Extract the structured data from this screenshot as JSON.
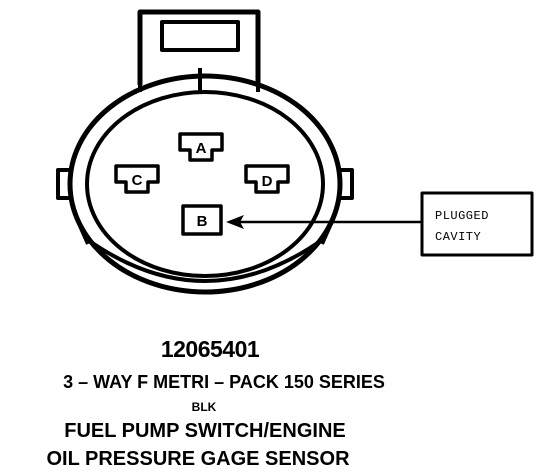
{
  "connector": {
    "cavities": {
      "a": "A",
      "b": "B",
      "c": "C",
      "d": "D"
    },
    "callout": {
      "line1": "PLUGGED",
      "line2": "CAVITY"
    }
  },
  "caption": {
    "part_number": "12065401",
    "series": "3 – WAY F METRI – PACK 150 SERIES",
    "wire_color": "BLK",
    "description_line1": "FUEL PUMP SWITCH/ENGINE",
    "description_line2": "OIL PRESSURE GAGE SENSOR"
  }
}
